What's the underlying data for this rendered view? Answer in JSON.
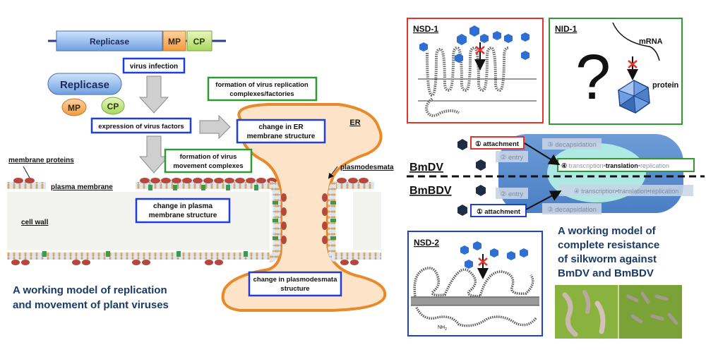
{
  "left": {
    "genome": {
      "replicase": "Replicase",
      "mp": "MP",
      "cp": "CP"
    },
    "proteins": {
      "replicase": "Replicase",
      "mp": "MP",
      "cp": "CP"
    },
    "boxes": {
      "virus_infection": "virus infection",
      "replication_complexes_l1": "formation of virus replication",
      "replication_complexes_l2": "complexes/factories",
      "expression": "expression of virus factors",
      "er_change_l1": "change in ER",
      "er_change_l2": "membrane structure",
      "movement_complexes_l1": "formation of virus",
      "movement_complexes_l2": "movement complexes",
      "pm_change_l1": "change in plasma",
      "pm_change_l2": "membrane structure",
      "pd_change_l1": "change in plasmodesmata",
      "pd_change_l2": "structure"
    },
    "labels": {
      "er": "ER",
      "membrane_proteins": "membrane proteins",
      "plasma_membrane": "plasma membrane",
      "plasmodesmata": "plasmodesmata",
      "cell_wall": "cell wall"
    },
    "caption_l1": "A working model of replication",
    "caption_l2": "and movement of plant viruses"
  },
  "right": {
    "nsd1": {
      "title": "NSD-1"
    },
    "nid1": {
      "title": "NID-1",
      "mrna": "mRNA",
      "protein": "protein",
      "question": "?"
    },
    "nsd2": {
      "title": "NSD-2",
      "nh": "NH",
      "nh_sub": "2"
    },
    "virus_labels": {
      "bmdv": "BmDV",
      "bmbdv": "BmBDV"
    },
    "steps": {
      "attachment_top": "① attachment",
      "entry_top": "② entry",
      "decapsidation_top": "③ decapsidation",
      "ttr_top_num": "④",
      "ttr_top_a": "transcription",
      "ttr_top_b": "translation",
      "ttr_top_c": "replication",
      "entry_bottom": "② entry",
      "ttr_bottom": "④ transcription•translation•replication",
      "attachment_bottom": "① attachment",
      "decapsidation_bottom": "③ decapsidation"
    },
    "caption": [
      "A working model of",
      "complete resistance",
      "of silkworm against",
      "BmDV and BmBDV"
    ]
  },
  "colors": {
    "red": "#e8322c",
    "green": "#2e9a33",
    "blue": "#1f3fd6",
    "er_fill": "#fde3c8",
    "er_stroke": "#e8892a",
    "cell_blue": "#5b8fd0",
    "virus_blue": "#2f6fd3"
  }
}
